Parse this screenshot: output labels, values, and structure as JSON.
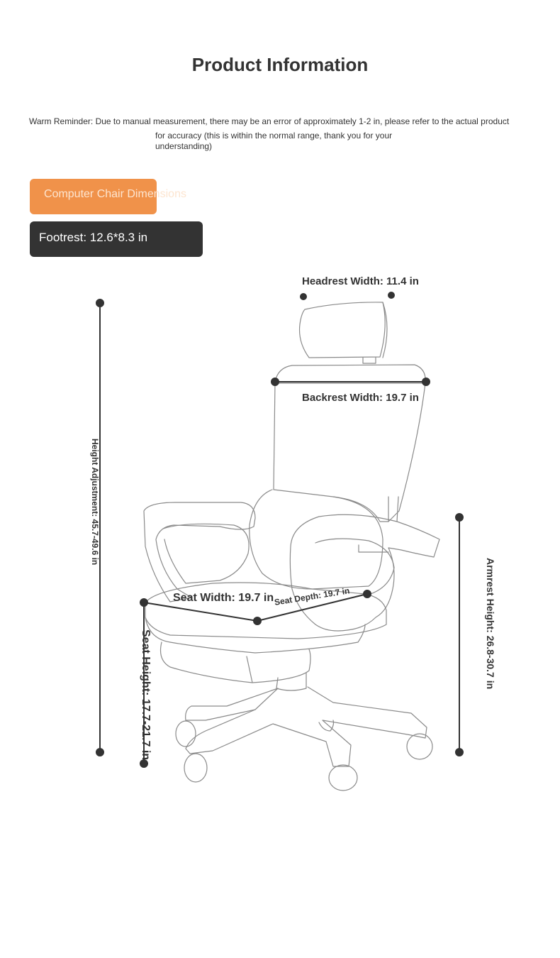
{
  "header": {
    "title": "Product Information"
  },
  "reminder": {
    "line1": "Warm Reminder: Due to manual measurement, there may be an error of approximately 1-2 in, please refer to the actual product",
    "line2": "for accuracy (this is within the normal range, thank you for your understanding)"
  },
  "section": {
    "button_label": "Computer Chair Dimensions",
    "footrest": "Footrest: 12.6*8.3 in"
  },
  "dimensions": {
    "headrest_width": "Headrest Width: 11.4 in",
    "backrest_width": "Backrest Width: 19.7 in",
    "height_adjustment": "Height Adjustment: 45.7-49.6 in",
    "seat_width": "Seat Width: 19.7 in",
    "seat_depth": "Seat Depth: 19.7 in",
    "seat_height": "Seat Height: 17.7-21.7 in",
    "armrest_height": "Armrest Height: 26.8-30.7 in"
  },
  "colors": {
    "accent": "#f0924a",
    "dark": "#333333",
    "line": "#888888"
  }
}
